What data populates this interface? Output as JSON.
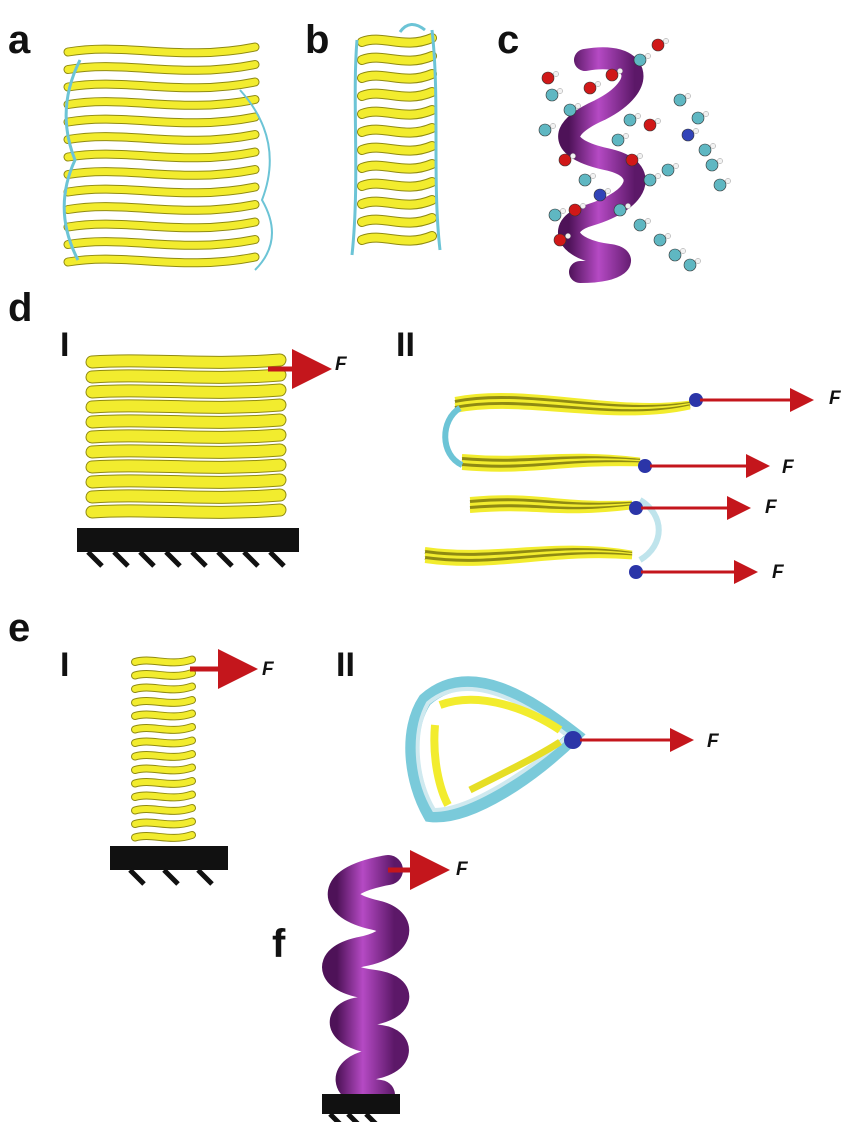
{
  "panels": {
    "a": "a",
    "b": "b",
    "c": "c",
    "d": "d",
    "e": "e",
    "f": "f"
  },
  "sublabels": {
    "d_I": "I",
    "d_II": "II",
    "e_I": "I",
    "e_II": "II"
  },
  "force": "F",
  "colors": {
    "beta_sheet": "#f2ec2e",
    "beta_shade": "#8f8a12",
    "coil": "#6cc4d6",
    "helix": "#8a2a96",
    "arrow": "#c4161c",
    "base": "#111111",
    "pull_atom": "#2b35a8",
    "oxygen": "#d01818",
    "carbon": "#5fb7c2",
    "nitrogen": "#3244b8",
    "hydrogen": "#f2f2f2"
  }
}
